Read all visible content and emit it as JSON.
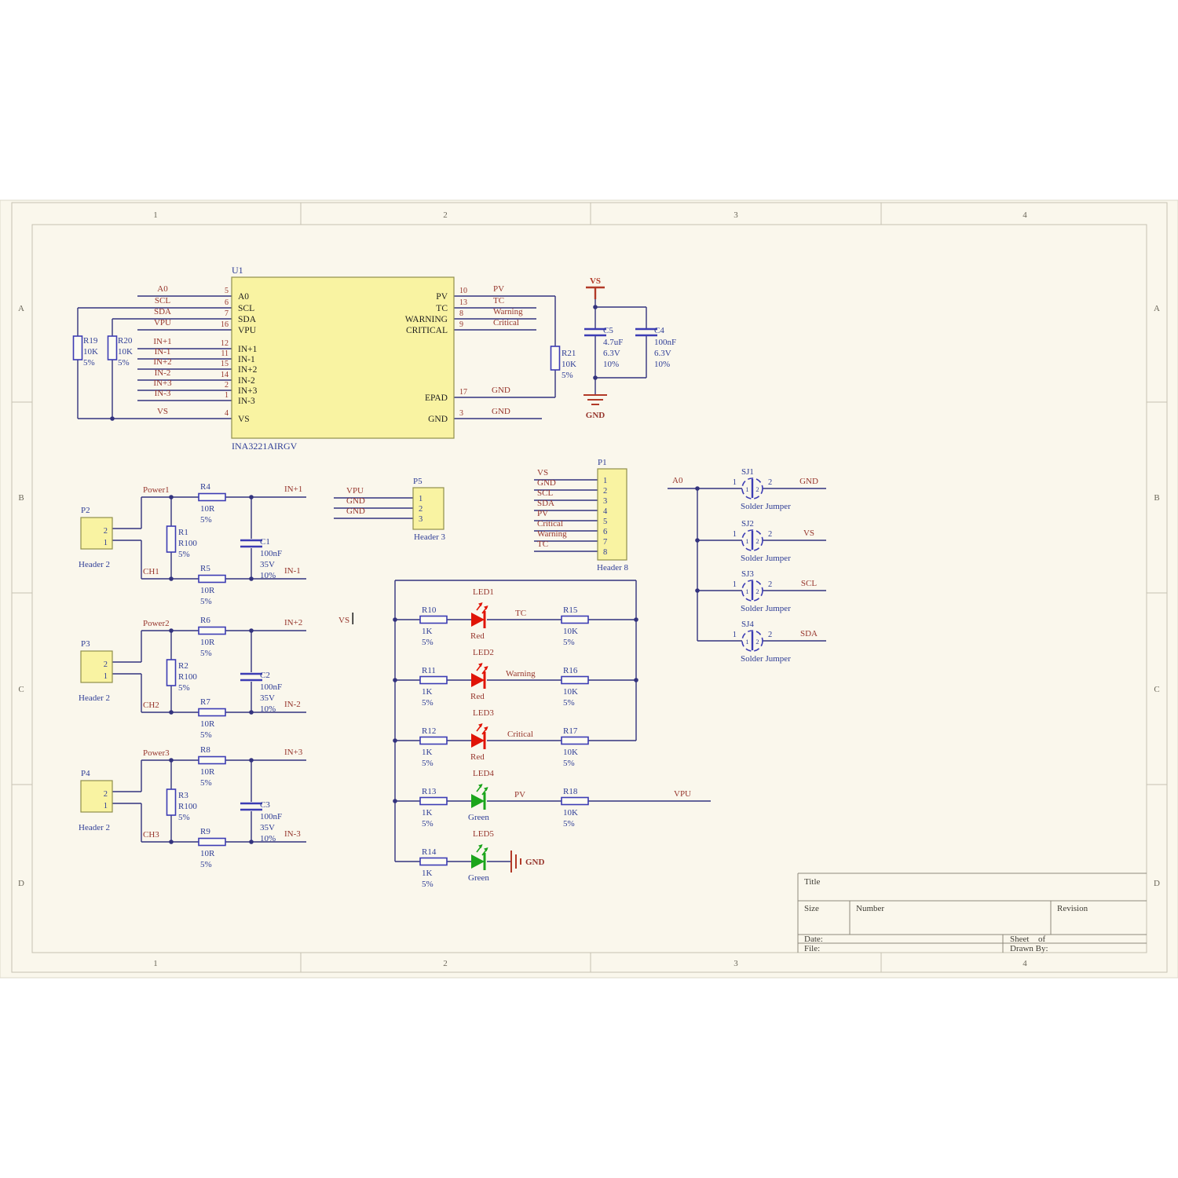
{
  "sheet": {
    "cols": [
      "1",
      "2",
      "3",
      "4"
    ],
    "rows": [
      "A",
      "B",
      "C",
      "D"
    ],
    "title_block": {
      "title": "Title",
      "size": "Size",
      "number": "Number",
      "revision": "Revision",
      "date": "Date:",
      "file": "File:",
      "sheet": "Sheet",
      "of": "of",
      "drawn_by": "Drawn By:"
    }
  },
  "u1": {
    "designator": "U1",
    "part": "INA3221AIRGV",
    "left_pins": [
      {
        "net": "A0",
        "num": "5",
        "name": "A0"
      },
      {
        "net": "SCL",
        "num": "6",
        "name": "SCL"
      },
      {
        "net": "SDA",
        "num": "7",
        "name": "SDA"
      },
      {
        "net": "VPU",
        "num": "16",
        "name": "VPU"
      },
      {
        "net": "IN+1",
        "num": "12",
        "name": "IN+1"
      },
      {
        "net": "IN-1",
        "num": "11",
        "name": "IN-1"
      },
      {
        "net": "IN+2",
        "num": "15",
        "name": "IN+2"
      },
      {
        "net": "IN-2",
        "num": "14",
        "name": "IN-2"
      },
      {
        "net": "IN+3",
        "num": "2",
        "name": "IN+3"
      },
      {
        "net": "IN-3",
        "num": "1",
        "name": "IN-3"
      },
      {
        "net": "VS",
        "num": "4",
        "name": "VS"
      }
    ],
    "right_pins": [
      {
        "name": "PV",
        "num": "10",
        "net": "PV"
      },
      {
        "name": "TC",
        "num": "13",
        "net": "TC"
      },
      {
        "name": "WARNING",
        "num": "8",
        "net": "Warning"
      },
      {
        "name": "CRITICAL",
        "num": "9",
        "net": "Critical"
      },
      {
        "name": "EPAD",
        "num": "17",
        "net": "GND"
      },
      {
        "name": "GND",
        "num": "3",
        "net": "GND"
      }
    ],
    "r19": {
      "ref": "R19",
      "value": "10K",
      "tol": "5%"
    },
    "r20": {
      "ref": "R20",
      "value": "10K",
      "tol": "5%"
    },
    "r21": {
      "ref": "R21",
      "value": "10K",
      "tol": "5%"
    }
  },
  "power": {
    "vs_net": "VS",
    "gnd_net": "GND",
    "c5": {
      "ref": "C5",
      "value": "4.7uF",
      "voltage": "6.3V",
      "tol": "10%"
    },
    "c4": {
      "ref": "C4",
      "value": "100nF",
      "voltage": "6.3V",
      "tol": "10%"
    }
  },
  "channels": [
    {
      "header": {
        "ref": "P2",
        "type": "Header 2",
        "pin_top": "2",
        "pin_bot": "1"
      },
      "power_net": "Power1",
      "ch_net": "CH1",
      "in_p": "IN+1",
      "in_n": "IN-1",
      "r_top": {
        "ref": "R4",
        "value": "10R",
        "tol": "5%"
      },
      "r_shunt": {
        "ref": "R1",
        "value": "R100",
        "tol": "5%"
      },
      "cap": {
        "ref": "C1",
        "value": "100nF",
        "voltage": "35V",
        "tol": "10%"
      },
      "r_bot": {
        "ref": "R5",
        "value": "10R",
        "tol": "5%"
      }
    },
    {
      "header": {
        "ref": "P3",
        "type": "Header 2",
        "pin_top": "2",
        "pin_bot": "1"
      },
      "power_net": "Power2",
      "ch_net": "CH2",
      "in_p": "IN+2",
      "in_n": "IN-2",
      "r_top": {
        "ref": "R6",
        "value": "10R",
        "tol": "5%"
      },
      "r_shunt": {
        "ref": "R2",
        "value": "R100",
        "tol": "5%"
      },
      "cap": {
        "ref": "C2",
        "value": "100nF",
        "voltage": "35V",
        "tol": "10%"
      },
      "r_bot": {
        "ref": "R7",
        "value": "10R",
        "tol": "5%"
      }
    },
    {
      "header": {
        "ref": "P4",
        "type": "Header 2",
        "pin_top": "2",
        "pin_bot": "1"
      },
      "power_net": "Power3",
      "ch_net": "CH3",
      "in_p": "IN+3",
      "in_n": "IN-3",
      "r_top": {
        "ref": "R8",
        "value": "10R",
        "tol": "5%"
      },
      "r_shunt": {
        "ref": "R3",
        "value": "R100",
        "tol": "5%"
      },
      "cap": {
        "ref": "C3",
        "value": "100nF",
        "voltage": "35V",
        "tol": "10%"
      },
      "r_bot": {
        "ref": "R9",
        "value": "10R",
        "tol": "5%"
      }
    }
  ],
  "p5": {
    "ref": "P5",
    "type": "Header 3",
    "pins": [
      "1",
      "2",
      "3"
    ],
    "nets": [
      "VPU",
      "GND",
      "GND"
    ]
  },
  "p1": {
    "ref": "P1",
    "type": "Header 8",
    "pins": [
      "1",
      "2",
      "3",
      "4",
      "5",
      "6",
      "7",
      "8"
    ],
    "nets": [
      "VS",
      "GND",
      "SCL",
      "SDA",
      "PV",
      "Critical",
      "Warning",
      "TC"
    ]
  },
  "jumpers": {
    "input_net": "A0",
    "items": [
      {
        "ref": "SJ1",
        "type": "Solder Jumper",
        "pin1": "1",
        "pin2": "2",
        "net": "GND"
      },
      {
        "ref": "SJ2",
        "type": "Solder Jumper",
        "pin1": "1",
        "pin2": "2",
        "net": "VS"
      },
      {
        "ref": "SJ3",
        "type": "Solder Jumper",
        "pin1": "1",
        "pin2": "2",
        "net": "SCL"
      },
      {
        "ref": "SJ4",
        "type": "Solder Jumper",
        "pin1": "1",
        "pin2": "2",
        "net": "SDA"
      }
    ]
  },
  "led_block": {
    "vs_label": "VS",
    "gnd_label": "GND",
    "rows": [
      {
        "r_left": {
          "ref": "R10",
          "value": "1K",
          "tol": "5%"
        },
        "led": {
          "ref": "LED1",
          "color_name": "Red"
        },
        "net": "TC",
        "r_right": {
          "ref": "R15",
          "value": "10K",
          "tol": "5%"
        }
      },
      {
        "r_left": {
          "ref": "R11",
          "value": "1K",
          "tol": "5%"
        },
        "led": {
          "ref": "LED2",
          "color_name": "Red"
        },
        "net": "Warning",
        "r_right": {
          "ref": "R16",
          "value": "10K",
          "tol": "5%"
        }
      },
      {
        "r_left": {
          "ref": "R12",
          "value": "1K",
          "tol": "5%"
        },
        "led": {
          "ref": "LED3",
          "color_name": "Red"
        },
        "net": "Critical",
        "r_right": {
          "ref": "R17",
          "value": "10K",
          "tol": "5%"
        }
      },
      {
        "r_left": {
          "ref": "R13",
          "value": "1K",
          "tol": "5%"
        },
        "led": {
          "ref": "LED4",
          "color_name": "Green"
        },
        "net": "PV",
        "r_right": {
          "ref": "R18",
          "value": "10K",
          "tol": "5%"
        },
        "net_right": "VPU"
      },
      {
        "r_left": {
          "ref": "R14",
          "value": "1K",
          "tol": "5%"
        },
        "led": {
          "ref": "LED5",
          "color_name": "Green"
        }
      }
    ]
  },
  "colors": {
    "sheet_bg": "#FAF7EC",
    "wire": "#33337E",
    "symbol_stroke": "#3C3CB4",
    "component_fill": "#F9F3A2",
    "component_border": "#8F8F4B",
    "net_label": "#96352C",
    "designator": "#2E3D96",
    "pin_name": "#1E1E1E",
    "led_red": "#E01407",
    "led_green": "#1CA51C",
    "power_red": "#B23A28"
  }
}
